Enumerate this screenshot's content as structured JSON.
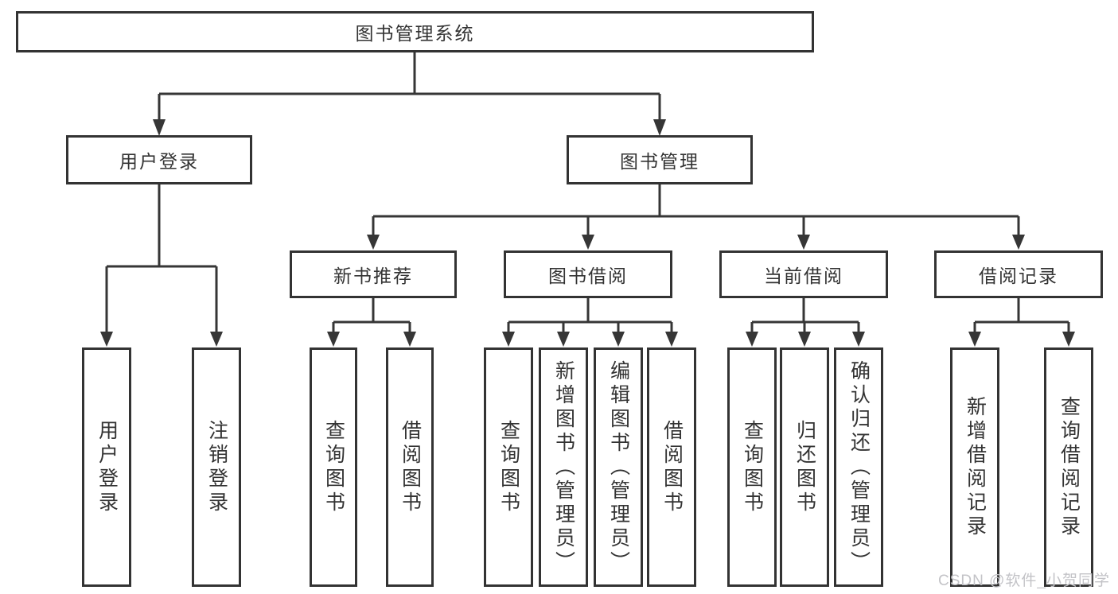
{
  "colors": {
    "line": "#363636",
    "text": "#333333",
    "box_bg": "#ffffff",
    "watermark": "#c3c3c7"
  },
  "tree": {
    "root": {
      "label": "图书管理系统"
    },
    "branches": [
      {
        "label": "用户登录",
        "children": [
          {
            "label": "用户登录"
          },
          {
            "label": "注销登录"
          }
        ]
      },
      {
        "label": "图书管理",
        "children": [
          {
            "label": "新书推荐",
            "children": [
              {
                "label": "查询图书"
              },
              {
                "label": "借阅图书"
              }
            ]
          },
          {
            "label": "图书借阅",
            "children": [
              {
                "label": "查询图书"
              },
              {
                "label": "新增图书（管理员）"
              },
              {
                "label": "编辑图书（管理员）"
              },
              {
                "label": "借阅图书"
              }
            ]
          },
          {
            "label": "当前借阅",
            "children": [
              {
                "label": "查询图书"
              },
              {
                "label": "归还图书"
              },
              {
                "label": "确认归还（管理员）"
              }
            ]
          },
          {
            "label": "借阅记录",
            "children": [
              {
                "label": "新增借阅记录"
              },
              {
                "label": "查询借阅记录"
              }
            ]
          }
        ]
      }
    ]
  },
  "watermark": {
    "text": "CSDN @软件_小贺同学"
  }
}
